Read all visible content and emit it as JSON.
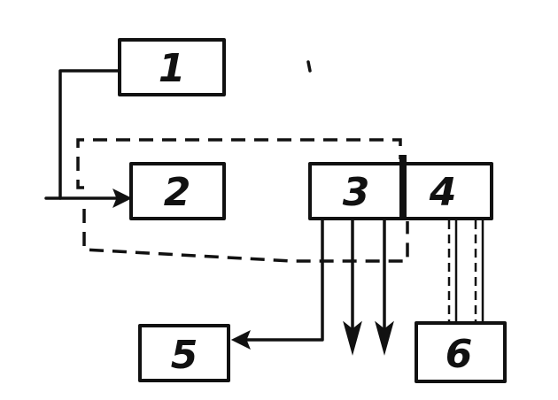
{
  "blocks": {
    "b1": {
      "label": "1"
    },
    "b2": {
      "label": "2"
    },
    "b3": {
      "label": "3"
    },
    "b4": {
      "label": "4"
    },
    "b5": {
      "label": "5"
    },
    "b6": {
      "label": "6"
    }
  }
}
